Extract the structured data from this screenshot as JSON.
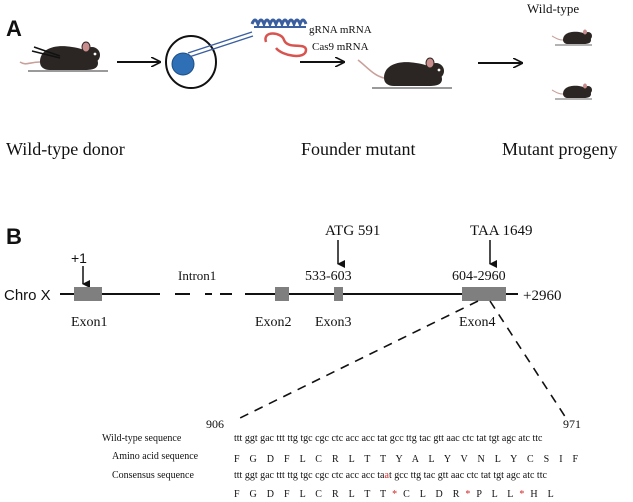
{
  "panel_a": {
    "label": "A",
    "rna_labels": {
      "grna": "gRNA mRNA",
      "cas9": "Cas9 mRNA"
    },
    "wild_type_label": "Wild-type",
    "captions": {
      "donor": "Wild-type donor",
      "founder": "Founder mutant",
      "progeny": "Mutant progeny"
    },
    "colors": {
      "grna": "#3a5fa0",
      "cas9": "#d9534f",
      "cell_nucleus": "#2f6fb5",
      "mouse": "#2b2623"
    }
  },
  "panel_b": {
    "label": "B",
    "chromosome": "Chro X",
    "start_marker": "+1",
    "end_marker": "+2960",
    "intron_label": "Intron1",
    "atg": "ATG 591",
    "taa": "TAA 1649",
    "exon3_range": "533-603",
    "exon4_range": "604-2960",
    "exons": [
      "Exon1",
      "Exon2",
      "Exon3",
      "Exon4"
    ],
    "zoom_start": "906",
    "zoom_end": "971",
    "colors": {
      "exon": "#7f7f7f",
      "mutation": "#d62828"
    },
    "sequence_rows": {
      "wild_type_label": "Wild-type sequence",
      "amino_label": "Amino acid sequence",
      "consensus_label": "Consensus sequence",
      "wild_type_seq": "ttt ggt gac ttt ttg tgc cgc ctc acc acc tat gcc ttg tac gtt aac ctc tat tgt agc atc ttc",
      "amino_seq": "F    G    D    F    L    C    R    L    T    T    Y    A    L    Y    V    N    L    Y    C    S    I    F",
      "consensus_pre": "ttt ggt gac ttt ttg tgc cgc ctc acc acc ta",
      "consensus_ins": "a",
      "consensus_post": "t gcc ttg tac gtt aac ctc tat tgt agc atc ttc",
      "mut_aa_1": "F    G    D    F    L    C    R    L    T    T",
      "stop": "*",
      "mut_aa_2": "C    L    D    R",
      "mut_aa_3": "P    L    L",
      "mut_aa_4": "H    L"
    }
  }
}
